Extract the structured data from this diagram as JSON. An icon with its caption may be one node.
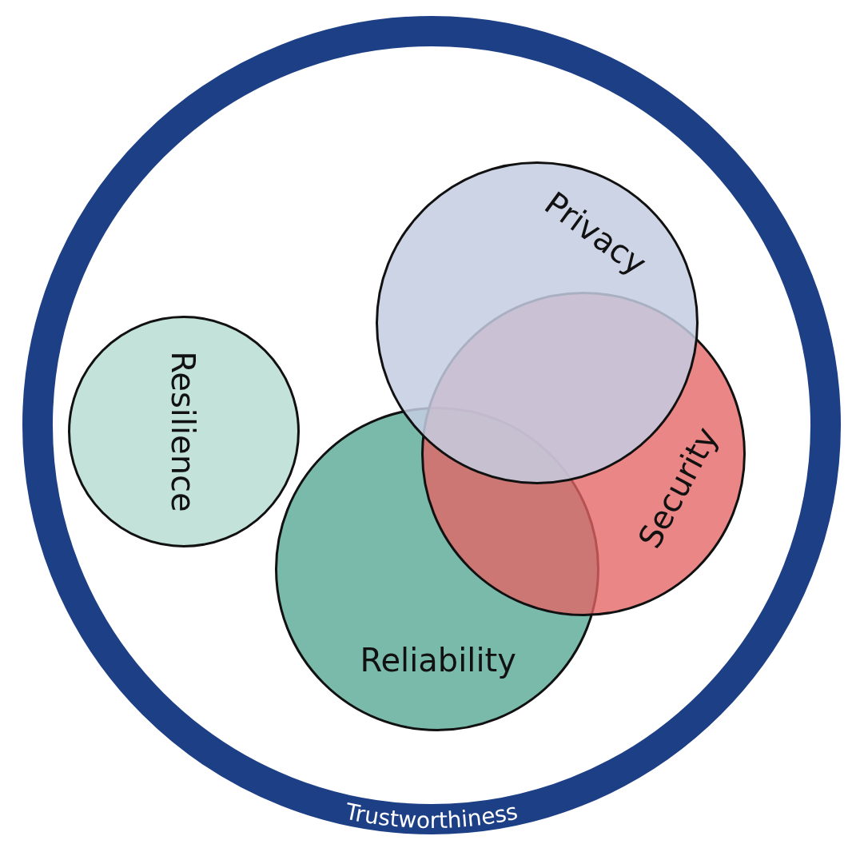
{
  "diagram": {
    "nodes": [
      {
        "text": [
          "Trustworthiness"
        ]
      },
      {
        "text": [
          "Privacy"
        ],
        "in": 0
      },
      {
        "text": [
          "Resilience"
        ],
        "in": 0
      },
      {
        "text": [
          "Security"
        ],
        "in": 0
      },
      {
        "text": [
          "Reliability"
        ],
        "in": 0
      }
    ]
  }
}
